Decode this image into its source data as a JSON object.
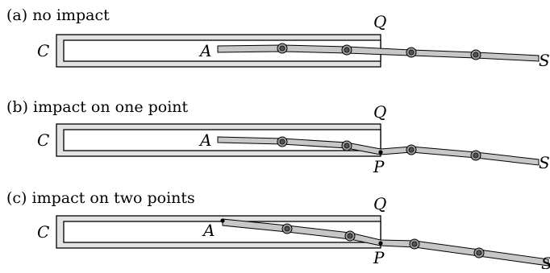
{
  "panels": [
    {
      "caption": "(a) no impact",
      "labels": {
        "C": "C",
        "A": "A",
        "Q": "Q",
        "S": "S"
      },
      "impact_points": []
    },
    {
      "caption": "(b) impact on one point",
      "labels": {
        "C": "C",
        "A": "A",
        "Q": "Q",
        "S": "S",
        "P": "P"
      },
      "impact_points": [
        "P"
      ]
    },
    {
      "caption": "(c) impact on two points",
      "labels": {
        "C": "C",
        "A": "A",
        "Q": "Q",
        "S": "S",
        "P": "P"
      },
      "impact_points": [
        "A",
        "P"
      ]
    }
  ],
  "colors": {
    "rod_fill": "#c7c7c7",
    "bracket_fill": "#e2e2e2",
    "joint_fill": "#9a9a9a",
    "joint_core": "#555555"
  }
}
